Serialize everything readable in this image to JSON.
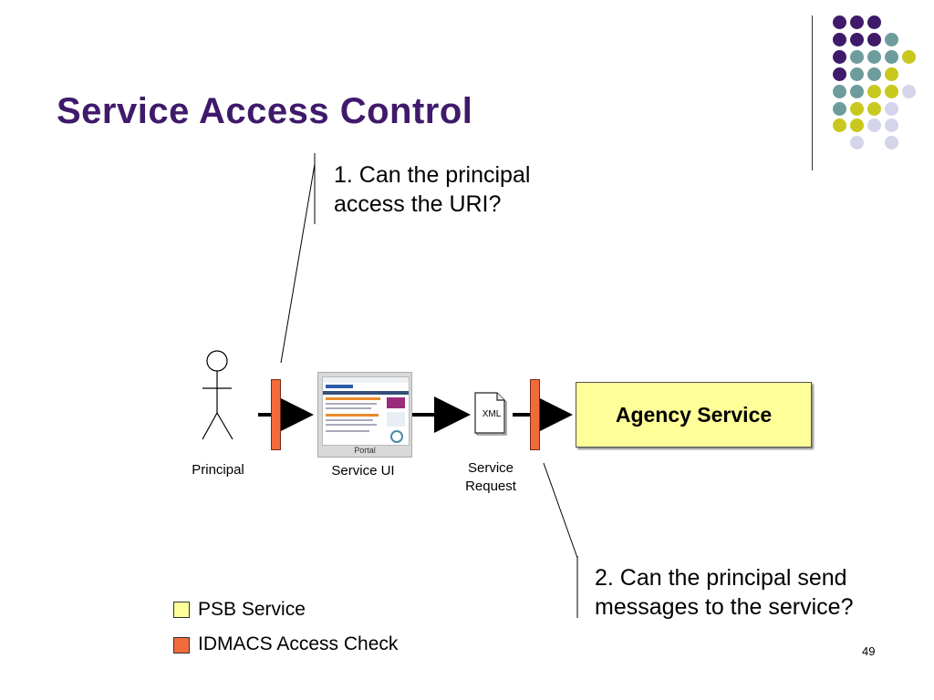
{
  "slide": {
    "title": "Service Access Control",
    "page_number": "49"
  },
  "callouts": {
    "first_line1": "1. Can the principal",
    "first_line2": "access the URI?",
    "second_line1": "2. Can the principal send",
    "second_line2": "messages to the service?"
  },
  "diagram": {
    "principal_label": "Principal",
    "service_ui_label": "Service UI",
    "portal_caption": "Portal",
    "service_request_line1": "Service",
    "service_request_line2": "Request",
    "xml_label": "XML",
    "agency_service": "Agency Service"
  },
  "legend": {
    "psb_label": "PSB Service",
    "idmacs_label": "IDMACS Access Check"
  },
  "colors": {
    "title": "#3f1a6b",
    "psb_service": "#ffff99",
    "access_check": "#f26b3a",
    "dot_purple": "#3f1a6b",
    "dot_teal": "#6e9c9c",
    "dot_olive": "#c8c81e",
    "dot_lavender": "#d4d4ea"
  }
}
